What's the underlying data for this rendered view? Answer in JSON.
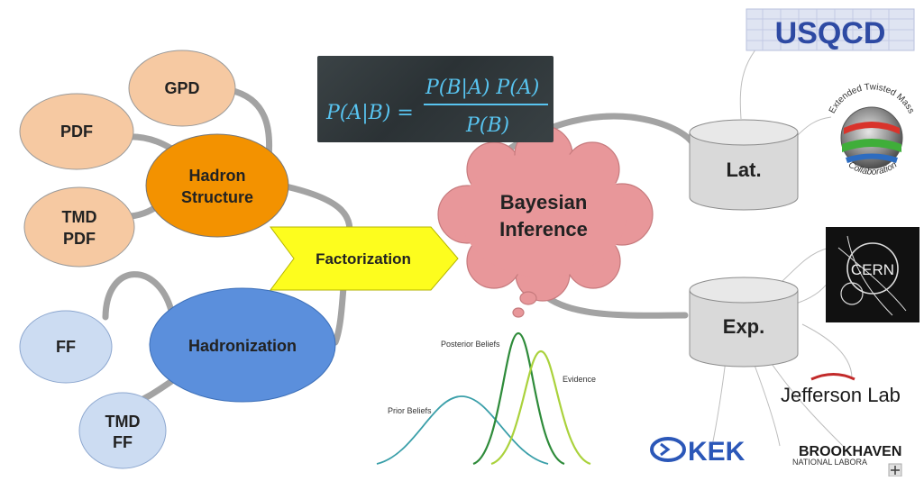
{
  "nodes": {
    "gpd": "GPD",
    "pdf": "PDF",
    "hadron_structure": [
      "Hadron",
      "Structure"
    ],
    "tmd_pdf": [
      "TMD",
      "PDF"
    ],
    "factorization": "Factorization",
    "ff": "FF",
    "hadronization": "Hadronization",
    "tmd_ff": [
      "TMD",
      "FF"
    ],
    "bayesian_inference": [
      "Bayesian",
      "Inference"
    ],
    "lat": "Lat.",
    "exp": "Exp."
  },
  "formula": {
    "lhs": "P(A|B) =",
    "numerator": "P(B|A) P(A)",
    "denominator": "P(B)"
  },
  "belief_plot": {
    "posterior_label": "Posterior Beliefs",
    "evidence_label": "Evidence",
    "prior_label": "Prior Beliefs"
  },
  "logos": {
    "usqcd": "USQCD",
    "etmc_top": "Extended Twisted Mass",
    "etmc_bottom": "Collaboration",
    "cern": "CERN",
    "jefferson": "Jefferson Lab",
    "kek": "KEK",
    "brookhaven": "BROOKHAVEN",
    "brookhaven_sub": "NATIONAL LABORA"
  },
  "colors": {
    "light_orange": "#f6c9a2",
    "dark_orange": "#f39200",
    "light_blue": "#ccdcf2",
    "mid_blue": "#5b8fdc",
    "yellow": "#fdfd1e",
    "pink": "#e8979a",
    "cylinder": "#d9d9d9",
    "connector": "#a3a3a3"
  },
  "icons": [
    "plus-icon"
  ]
}
